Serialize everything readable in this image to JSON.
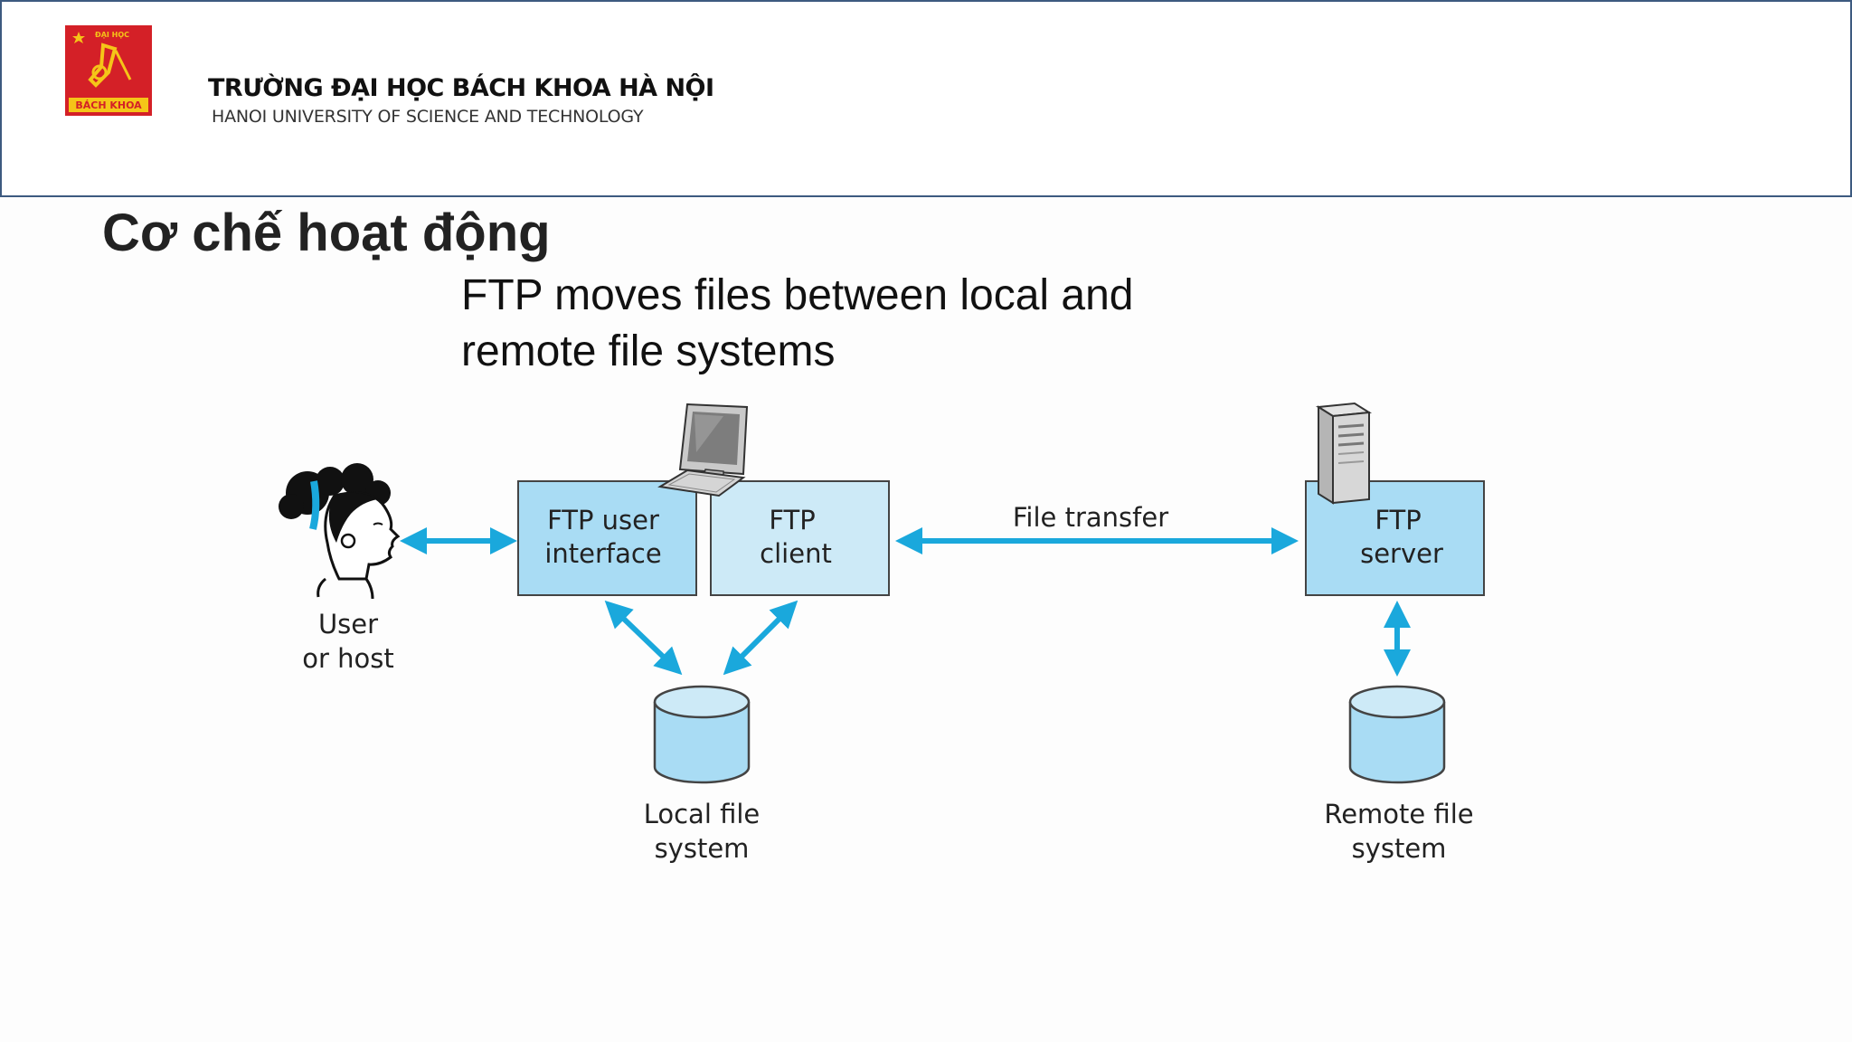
{
  "header": {
    "university_name_vi": "TRƯỜNG ĐẠI HỌC BÁCH KHOA HÀ NỘI",
    "university_name_en": "HANOI UNIVERSITY OF SCIENCE AND TECHNOLOGY",
    "logo": {
      "icon": "university-logo-icon",
      "top_text": "ĐẠI HỌC",
      "bottom_text": "BÁCH KHOA",
      "colors": {
        "background": "#d42027",
        "accent": "#f5c518"
      }
    }
  },
  "slide": {
    "title": "Cơ chế hoạt động",
    "subtitle_line1": "FTP moves files between local and",
    "subtitle_line2": "remote file systems"
  },
  "diagram": {
    "colors": {
      "box_fill": "#a9dcf4",
      "box_fill_light": "#cdeaf7",
      "arrow": "#1aa8dc",
      "box_stroke": "#444444"
    },
    "user": {
      "icon": "person-icon",
      "label_line1": "User",
      "label_line2": "or host"
    },
    "ftp_user_interface": {
      "label_line1": "FTP user",
      "label_line2": "interface"
    },
    "ftp_client": {
      "label_line1": "FTP",
      "label_line2": "client",
      "icon": "desktop-computer-icon"
    },
    "file_transfer_label": "File transfer",
    "ftp_server": {
      "label_line1": "FTP",
      "label_line2": "server",
      "icon": "server-tower-icon"
    },
    "local_fs": {
      "icon": "database-cylinder-icon",
      "label_line1": "Local file",
      "label_line2": "system"
    },
    "remote_fs": {
      "icon": "database-cylinder-icon",
      "label_line1": "Remote file",
      "label_line2": "system"
    }
  }
}
